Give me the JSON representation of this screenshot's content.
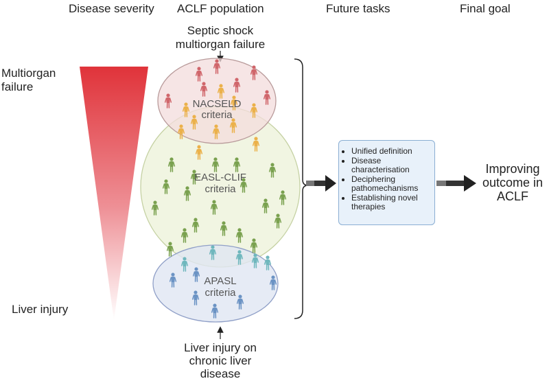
{
  "headers": {
    "disease_severity": "Disease severity",
    "aclf_population": "ACLF population",
    "future_tasks": "Future tasks",
    "final_goal": "Final goal"
  },
  "top_label": [
    "Septic shock",
    "multiorgan failure"
  ],
  "bottom_label": [
    "Liver injury on",
    "chronic liver",
    "disease"
  ],
  "severity": {
    "high": [
      "Multiorgan",
      "failure"
    ],
    "low": "Liver injury"
  },
  "criteria": {
    "nacseld": [
      "NACSELD",
      "criteria"
    ],
    "easl": [
      "EASL-CLIF",
      "criteria"
    ],
    "apasl": [
      "APASL",
      "criteria"
    ]
  },
  "tasks": [
    "Unified definition",
    "Disease characterisation",
    "Deciphering pathomechanisms",
    "Establishing novel therapies"
  ],
  "goal": [
    "Improving",
    "outcome in",
    "ACLF"
  ],
  "colors": {
    "gradient_top": "#e0333a",
    "nacseld_fill": "#f3dcdc",
    "easl_fill": "#eef3dd",
    "apasl_fill": "#e0e6f3",
    "person_red": "#d0666b",
    "person_orange": "#ebb14a",
    "person_green": "#7aa14f",
    "person_teal": "#6fb7bd",
    "person_blue": "#6b93c4",
    "task_box": "#e8f1fa"
  }
}
